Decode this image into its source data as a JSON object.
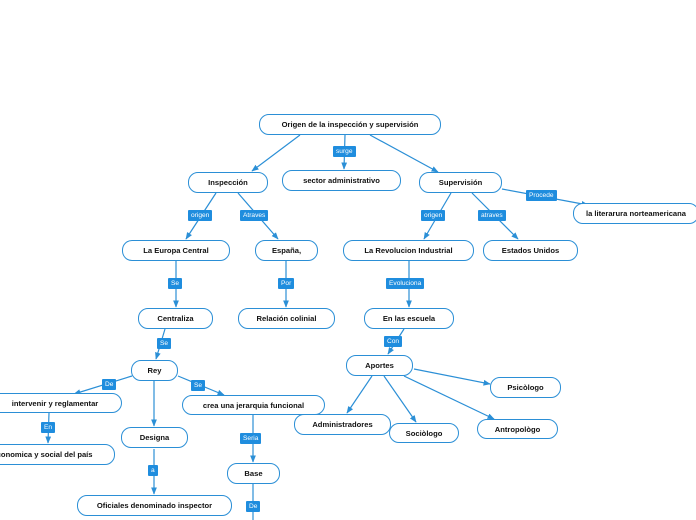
{
  "colors": {
    "line": "#2b8fd6",
    "label_bg": "#1f8dde",
    "label_text": "#ffffff",
    "node_border": "#2b8fd6"
  },
  "nodes": {
    "root": "Origen de la inspección y supervisión",
    "inspeccion": "Inspección",
    "sector": "sector administrativo",
    "supervision": "Supervisión",
    "literatura": "la literarura norteamericana",
    "europa": "La Europa Central",
    "espana": "España,",
    "revolucion": "La Revolucion Industrial",
    "estados": "Estados Unidos",
    "centraliza": "Centraliza",
    "relacion": "Relación colinial",
    "escuela": "En las escuela",
    "rey": "Rey",
    "aportes": "Aportes",
    "psicologo": "Psicòlogo",
    "intervenir": "intervenir y reglamentar",
    "jerarquia": "crea una jerarquia funcional",
    "administradores": "Administradores",
    "sociologo": "Sociòlogo",
    "antropologo": "Antropològo",
    "economica": "economica y social del país",
    "designa": "Designa",
    "base": "Base",
    "oficiales": "Oficiales denominado inspector"
  },
  "labels": {
    "surge": "surge",
    "origen_left": "origen",
    "atraves_left": "Atraves",
    "origen_right": "origen",
    "atraves_right": "atraves",
    "procede": "Procede",
    "se_1": "Se",
    "por": "Por",
    "evoluciona": "Evoluciona",
    "se_2": "Se",
    "con": "Con",
    "de_1": "De",
    "se_3": "Se",
    "en": "En",
    "seria": "Seria",
    "a": "a",
    "de_2": "De"
  }
}
